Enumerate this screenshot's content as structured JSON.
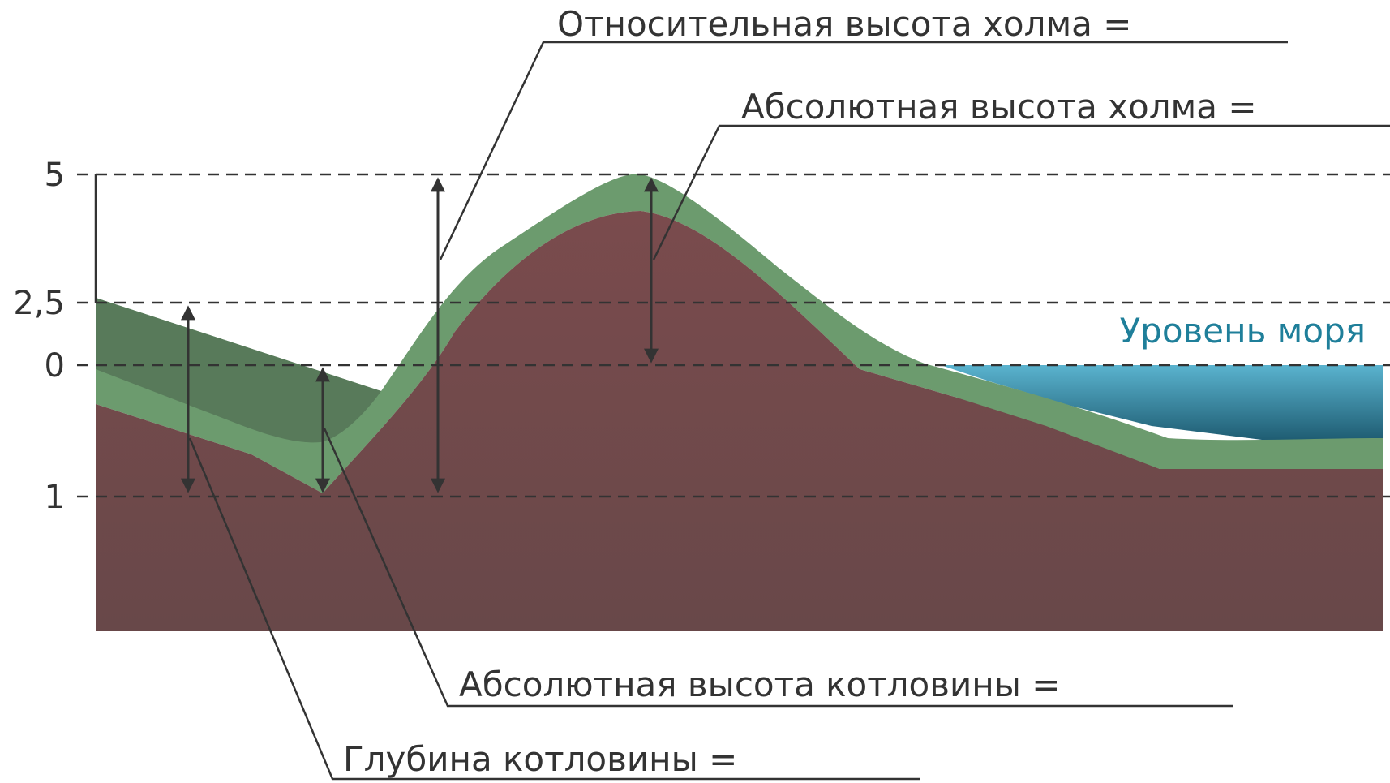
{
  "scale": {
    "ticks": [
      "5",
      "2,5",
      "0",
      "1"
    ]
  },
  "labels": {
    "relative_hill_height": "Относительная высота холма =",
    "absolute_hill_height": "Абсолютная высота холма =",
    "sea_level": "Уровень моря",
    "absolute_hollow_height": "Абсолютная высота котловины =",
    "hollow_depth": "Глубина котловины ="
  },
  "colors": {
    "soil": "#6e4a4b",
    "grass": "#6c9b6e",
    "hollow_grass_dark": "#587a5a",
    "water_top": "#4aa7c4",
    "water_bottom": "#1f5d73",
    "sea_level_text": "#1f7f9a",
    "lines": "#333333"
  }
}
